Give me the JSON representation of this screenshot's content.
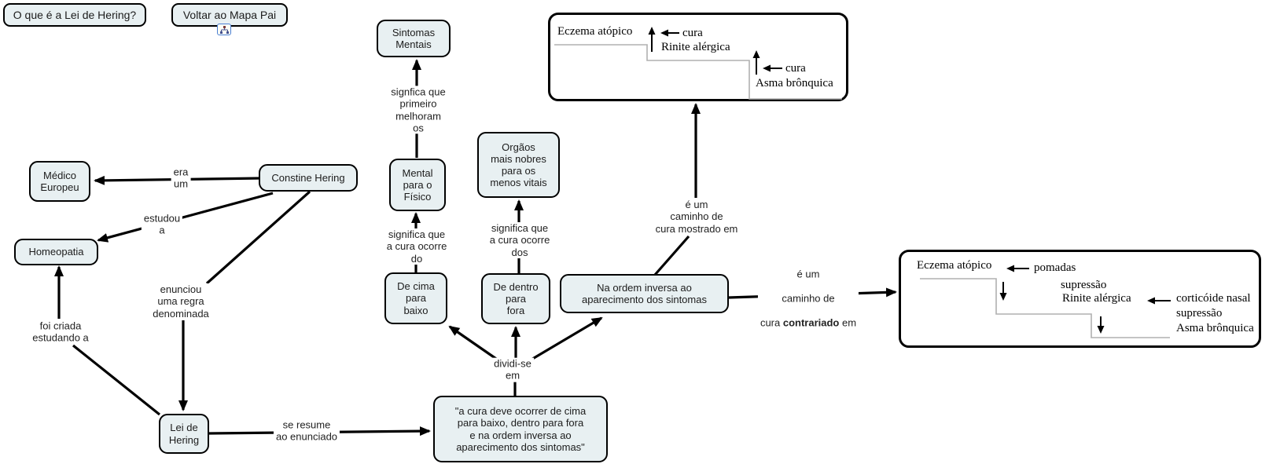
{
  "buttons": {
    "question": "O que é a Lei de Hering?",
    "back": "Voltar ao Mapa Pai"
  },
  "nodes": {
    "sintomas_mentais": "Sintomas\nMentais",
    "medico_europeu": "Médico\nEuropeu",
    "constine_hering": "Constine Hering",
    "homeopatia": "Homeopatia",
    "mental_fisico": "Mental\npara o\nFísico",
    "orgaos_nobres": "Orgãos\nmais nobres\npara os\nmenos vitais",
    "de_cima": "De cima\npara\nbaixo",
    "de_dentro": "De dentro\npara\nfora",
    "na_ordem": "Na ordem inversa ao\naparecimento dos sintomas",
    "lei_hering": "Lei de\nHering",
    "enunciado": "\"a cura deve ocorrer de cima\npara baixo, dentro para fora\ne na ordem inversa ao\naparecimento dos sintomas\""
  },
  "links": {
    "era_um": "era\num",
    "estudou_a": "estudou\na",
    "enunciou": "enunciou\numa regra\ndenominada",
    "foi_criada": "foi criada\nestudando a",
    "se_resume": "se resume\nao enunciado",
    "dividi_se": "dividi-se\nem",
    "significa_do": "significa que\na cura ocorre\ndo",
    "signfica_os": "signfica que\nprimeiro\nmelhoram\nos",
    "significa_dos": "significa que\na cura ocorre\ndos",
    "mostrado": "é um\ncaminho de\ncura mostrado em",
    "contrariado": {
      "line1": "é um",
      "line2": "caminho de",
      "pre": "cura ",
      "bold": "contrariado",
      "post": " em"
    }
  },
  "stair_top": {
    "step1": "Eczema atópico",
    "cura1": "cura",
    "step2": "Rinite alérgica",
    "cura2": "cura",
    "step3": "Asma brônquica"
  },
  "stair_right": {
    "step1": "Eczema atópico",
    "pomadas": "pomadas",
    "supressao1": "supressão",
    "step2": "Rinite alérgica",
    "corticoide": "corticóide nasal",
    "supressao2": "supressão",
    "step3": "Asma brônquica"
  },
  "colors": {
    "node_fill": "#e8f0f2",
    "node_border": "#000000",
    "stair_line": "#b0b0b0",
    "icon_blue": "#4a7fd4"
  }
}
